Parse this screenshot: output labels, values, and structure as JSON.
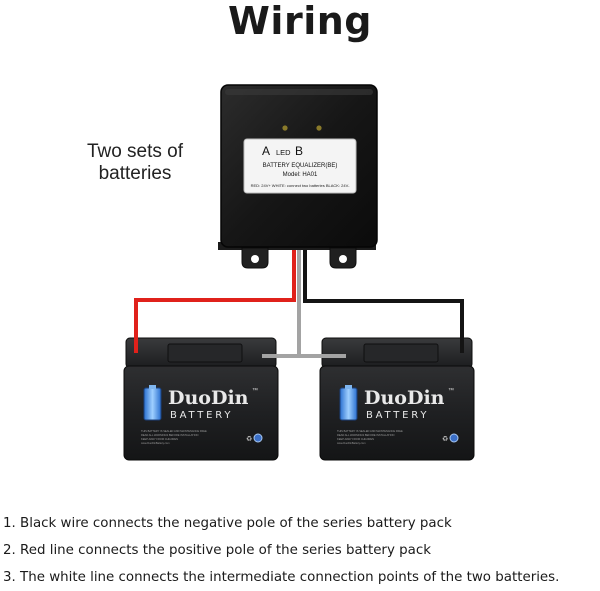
{
  "title": "Wiring",
  "sets_label": "Two sets of batteries",
  "equalizer": {
    "led_a": "A",
    "led_word": "LED",
    "led_b": "B",
    "name": "BATTERY EQUALIZER(BE)",
    "model": "Model: HA01",
    "wiring_note": "RED: 24V+   WHITE: connect two batteries   BLACK: 24V-"
  },
  "batteries": [
    {
      "brand": "DuoDin",
      "tm": "™",
      "subtitle": "BATTERY",
      "fine_print": "THIS BATTERY IS SEALED AND MAINTENANCE FREE\nREAD ALL WARNINGS BEFORE INSTALLATION\nKEEP AWAY FROM CHILDREN\nwww.DuoDinBattery.com"
    },
    {
      "brand": "DuoDin",
      "tm": "™",
      "subtitle": "BATTERY",
      "fine_print": "THIS BATTERY IS SEALED AND MAINTENANCE FREE\nREAD ALL WARNINGS BEFORE INSTALLATION\nKEEP AWAY FROM CHILDREN\nwww.DuoDinBattery.com"
    }
  ],
  "wires": {
    "red": "#e0211b",
    "white": "#a3a3a3",
    "black": "#141414"
  },
  "notes": [
    "1. Black wire connects the negative pole of the series battery pack",
    "2. Red line connects the positive pole of the series battery pack",
    "3. The white line connects the intermediate connection points of the two batteries."
  ]
}
